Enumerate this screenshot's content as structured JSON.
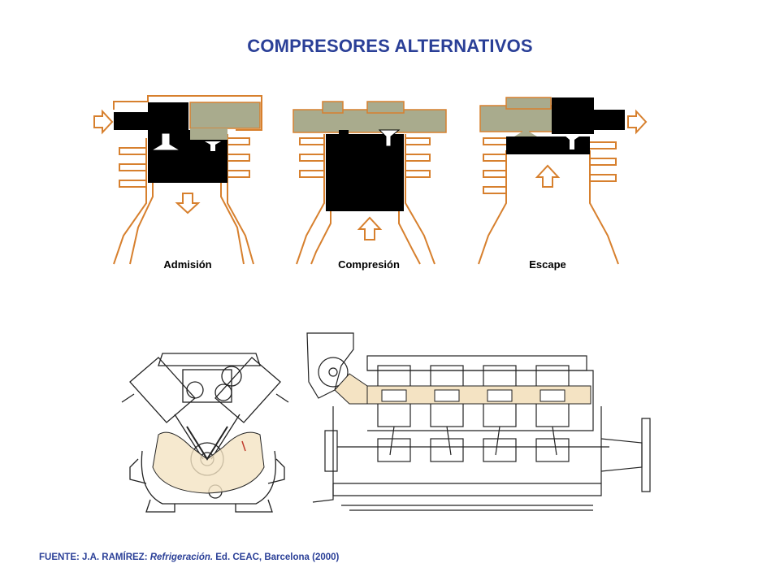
{
  "page": {
    "title": "COMPRESORES ALTERNATIVOS"
  },
  "cycle_diagrams": {
    "stages": [
      {
        "label": "Admisión"
      },
      {
        "label": "Compresión"
      },
      {
        "label": "Escape"
      }
    ],
    "colors": {
      "wall_outline": "#d7802e",
      "gas": "#000000",
      "head_fill": "#a9ab8d",
      "bg": "#ffffff"
    }
  },
  "source": {
    "prefix": "FUENTE: J.A. RAMÍREZ: ",
    "book": "Refrigeración.",
    "suffix": " Ed. CEAC, Barcelona (2000)"
  }
}
